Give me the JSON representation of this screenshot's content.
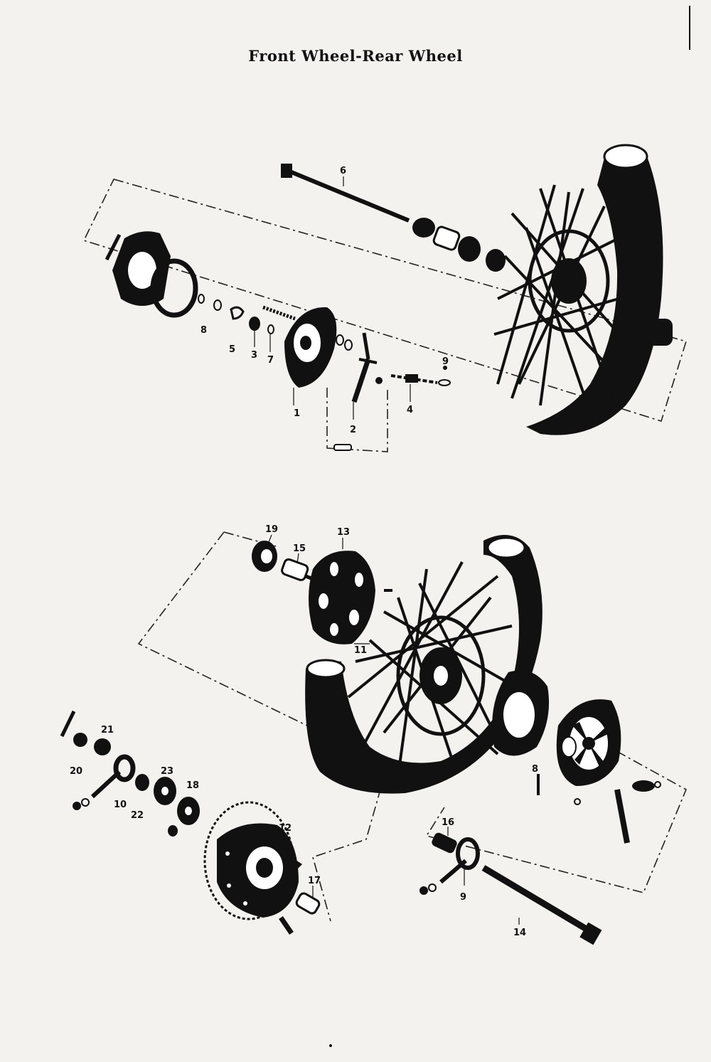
{
  "title": "Front Wheel-Rear Wheel",
  "front_wheel": {
    "callouts": [
      "1",
      "2",
      "3",
      "4",
      "5",
      "6",
      "7",
      "8",
      "9"
    ]
  },
  "rear_wheel": {
    "callouts": [
      "8",
      "9",
      "10",
      "11",
      "12",
      "13",
      "14",
      "15",
      "16",
      "17",
      "18",
      "19",
      "20",
      "21",
      "22",
      "23"
    ]
  }
}
